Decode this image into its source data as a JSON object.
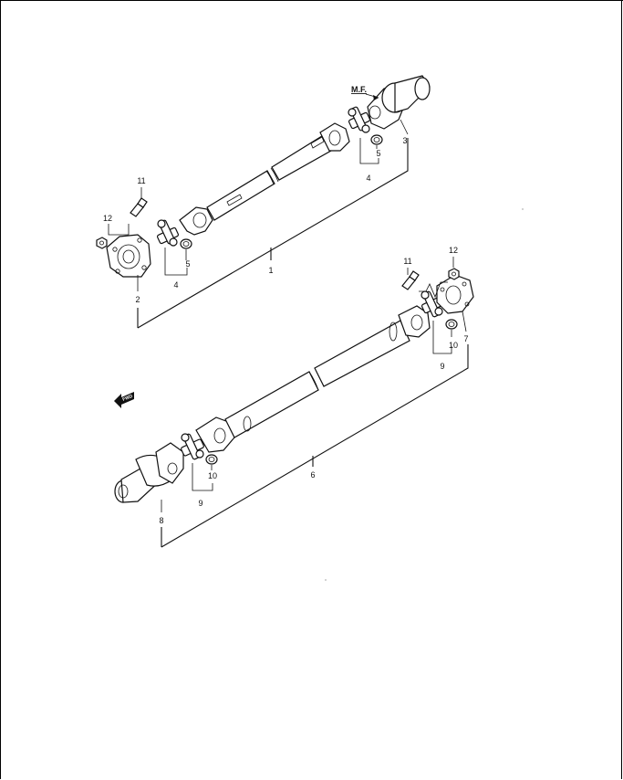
{
  "markers": {
    "mf": "M.F.",
    "fwd": "FWD"
  },
  "callouts": [
    {
      "id": "c1",
      "text": "1"
    },
    {
      "id": "c2",
      "text": "2"
    },
    {
      "id": "c3",
      "text": "3"
    },
    {
      "id": "c4a",
      "text": "4"
    },
    {
      "id": "c4b",
      "text": "4"
    },
    {
      "id": "c5a",
      "text": "5"
    },
    {
      "id": "c5b",
      "text": "5"
    },
    {
      "id": "c6",
      "text": "6"
    },
    {
      "id": "c7",
      "text": "7"
    },
    {
      "id": "c8",
      "text": "8"
    },
    {
      "id": "c9a",
      "text": "9"
    },
    {
      "id": "c9b",
      "text": "9"
    },
    {
      "id": "c10a",
      "text": "10"
    },
    {
      "id": "c10b",
      "text": "10"
    },
    {
      "id": "c11a",
      "text": "11"
    },
    {
      "id": "c11b",
      "text": "11"
    },
    {
      "id": "c12a",
      "text": "12"
    },
    {
      "id": "c12b",
      "text": "12"
    }
  ]
}
